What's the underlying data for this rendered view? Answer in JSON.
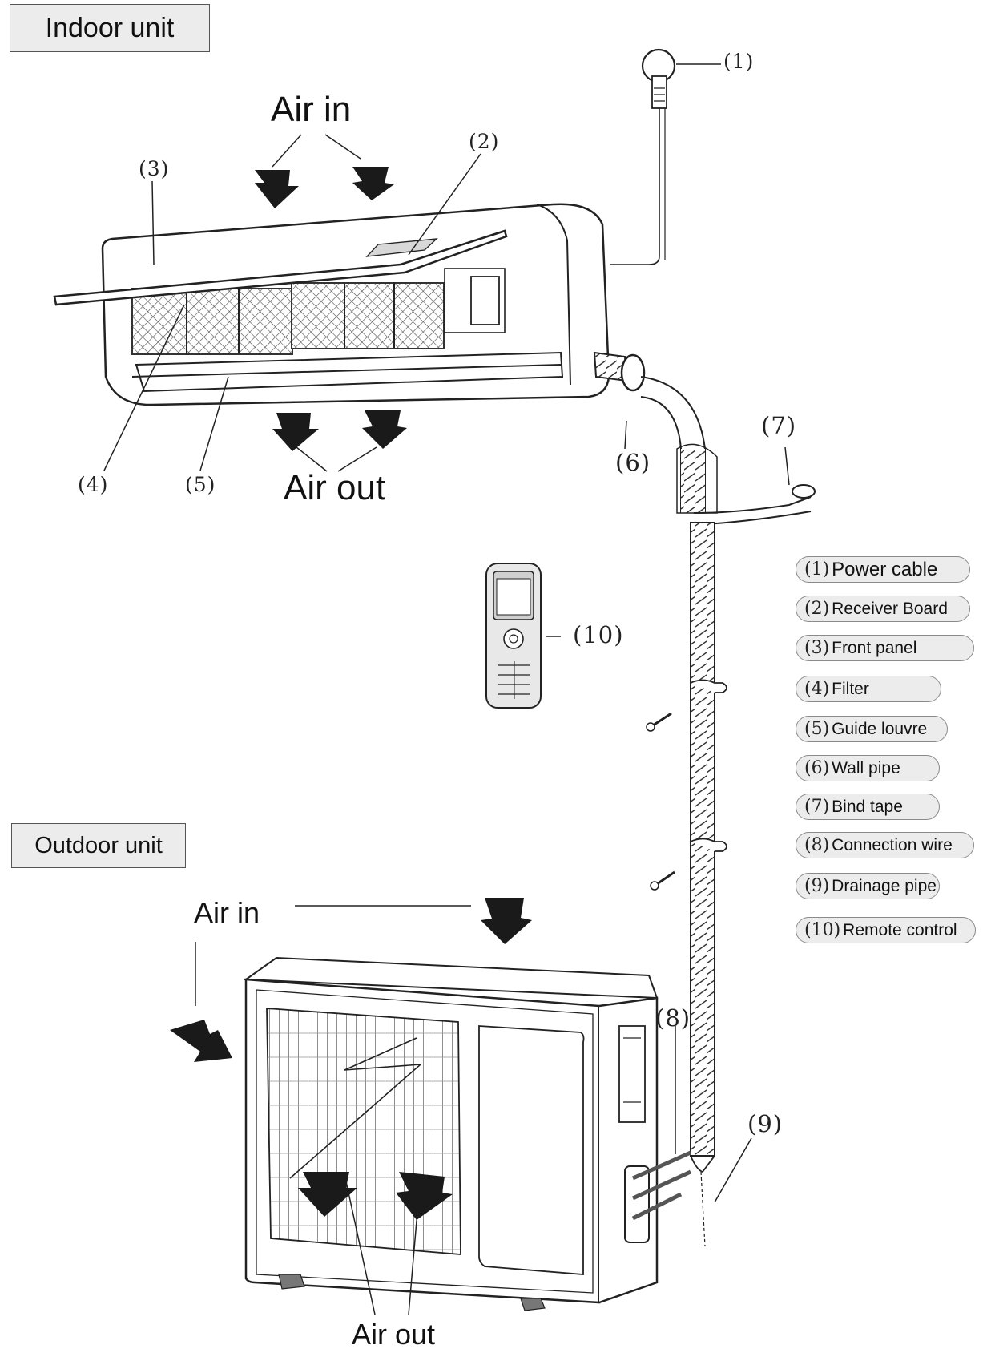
{
  "sections": {
    "indoor": "Indoor unit",
    "outdoor": "Outdoor unit"
  },
  "airflow": {
    "indoor_in": "Air in",
    "indoor_out": "Air out",
    "outdoor_in": "Air in",
    "outdoor_out": "Air out"
  },
  "callouts": {
    "c1": "(1)",
    "c2": "(2)",
    "c3": "(3)",
    "c4": "(4)",
    "c5": "(5)",
    "c6": "(6)",
    "c7": "(7)",
    "c8": "(8)",
    "c9": "(9)",
    "c10": "(10)"
  },
  "legend": [
    {
      "num": "(1)",
      "text": "Power cable"
    },
    {
      "num": "(2)",
      "text": "Receiver Board"
    },
    {
      "num": "(3)",
      "text": "Front panel"
    },
    {
      "num": "(4)",
      "text": "Filter"
    },
    {
      "num": "(5)",
      "text": "Guide louvre"
    },
    {
      "num": "(6)",
      "text": "Wall pipe"
    },
    {
      "num": "(7)",
      "text": "Bind tape"
    },
    {
      "num": "(8)",
      "text": "Connection wire"
    },
    {
      "num": "(9)",
      "text": "Drainage pipe"
    },
    {
      "num": "(10)",
      "text": "Remote control"
    }
  ],
  "colors": {
    "line": "#222222",
    "box_fill": "#ececec",
    "arrow": "#1a1a1a"
  }
}
